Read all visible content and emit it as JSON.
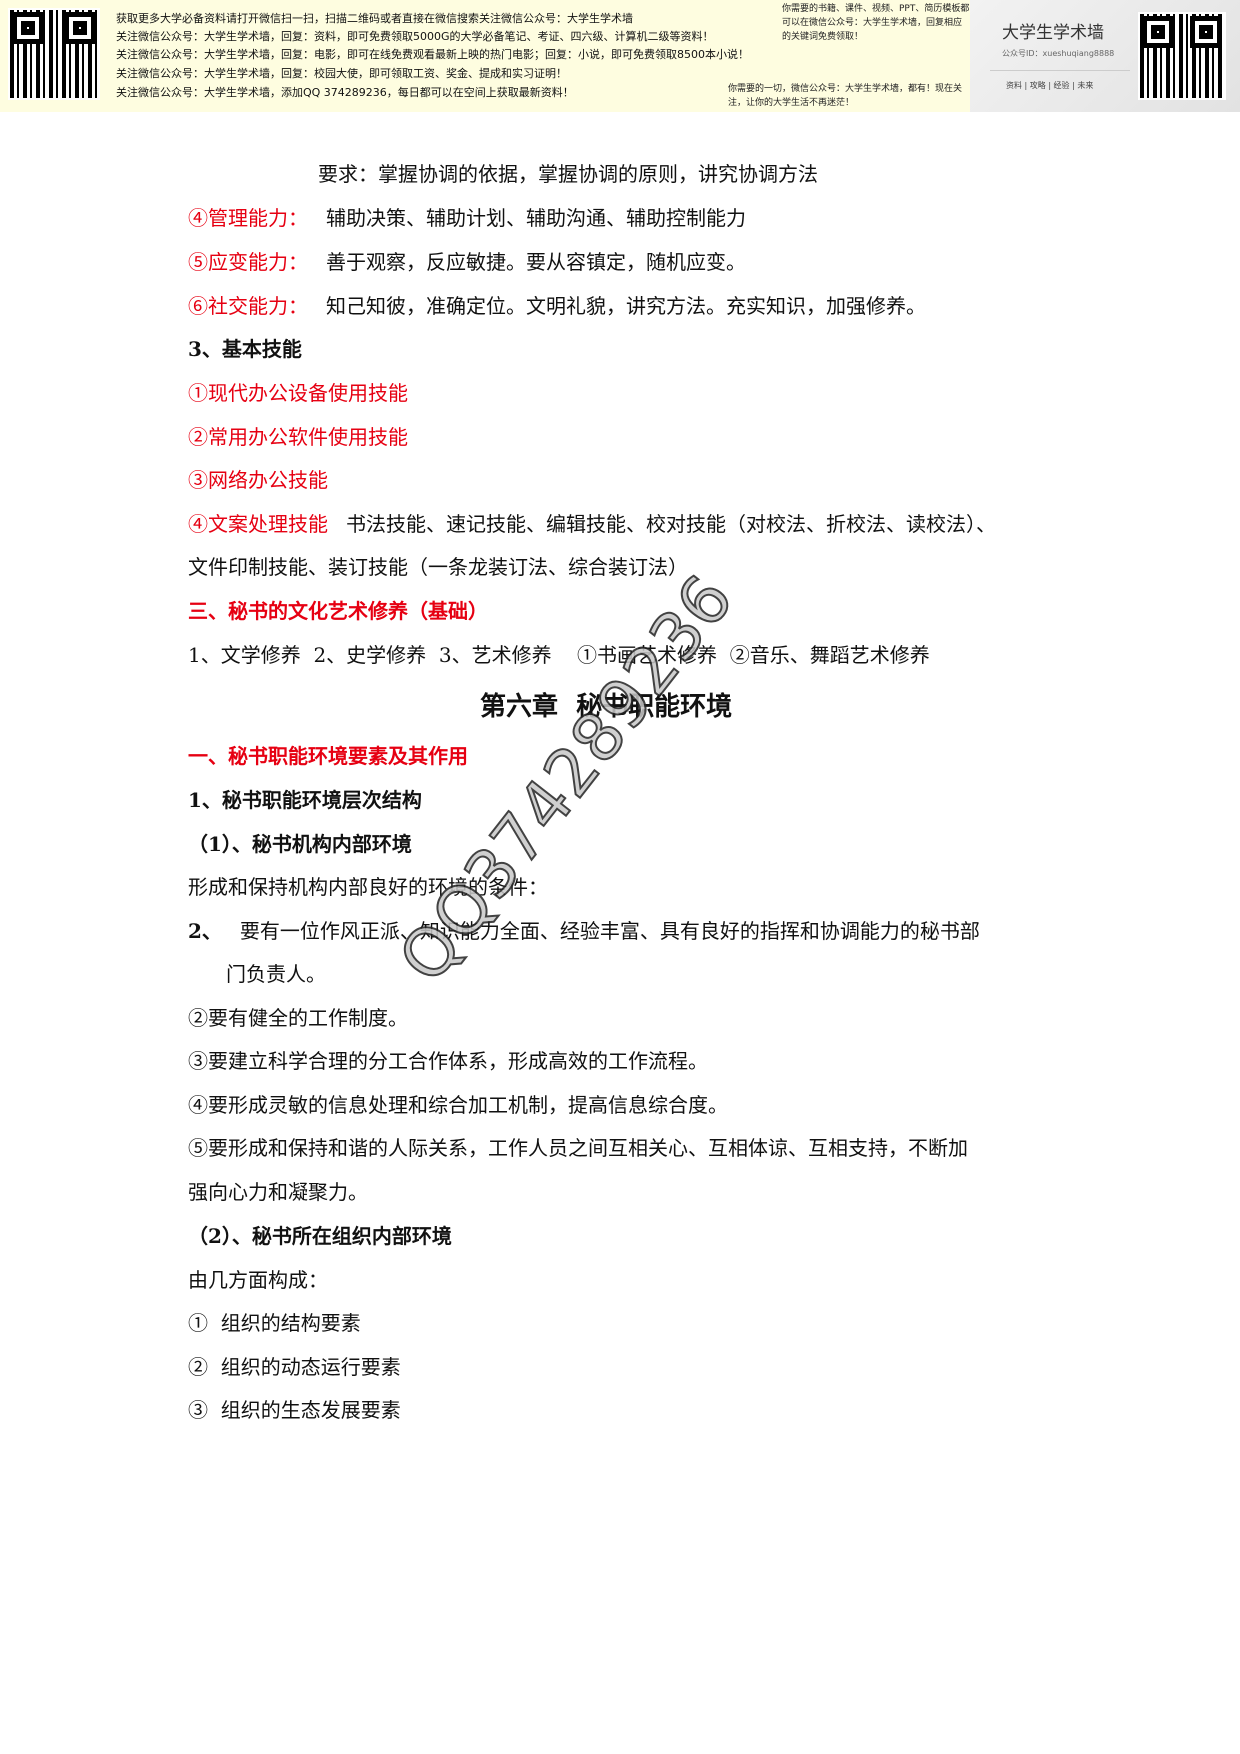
{
  "banner": {
    "lines": [
      "获取更多大学必备资料请打开微信扫一扫，扫描二维码或者直接在微信搜索关注微信公众号：大学生学术墙",
      "关注微信公众号：大学生学术墙，回复：资料，即可免费领取5000G的大学必备笔记、考证、四六级、计算机二级等资料！",
      "关注微信公众号：大学生学术墙，回复：电影，即可在线免费观看最新上映的热门电影；回复：小说，即可免费领取8500本小说！",
      "关注微信公众号：大学生学术墙，回复：校园大使，即可领取工资、奖金、提成和实习证明！",
      "关注微信公众号：大学生学术墙，添加QQ 374289236，每日都可以在空间上获取最新资料！"
    ],
    "side_top": "你需要的书籍、课件、视频、PPT、简历模板都可以在微信公众号：大学生学术墙，回复相应的关键词免费领取！",
    "side_bottom": "你需要的一切，微信公众号：大学生学术墙，都有！现在关注，让你的大学生活不再迷茫！",
    "card_title": "大学生学术墙",
    "card_id": "公众号ID：xueshuqiang8888",
    "card_tags": "资料 | 攻略 | 经验 | 未来"
  },
  "watermark": "QQ374289236",
  "content": {
    "l1": "要求：掌握协调的依据，掌握协调的原则，讲究协调方法",
    "l2a": "④管理能力：",
    "l2b": "辅助决策、辅助计划、辅助沟通、辅助控制能力",
    "l3a": "⑤应变能力：",
    "l3b": "善于观察，反应敏捷。要从容镇定，随机应变。",
    "l4a": "⑥社交能力：",
    "l4b": "知己知彼，准确定位。文明礼貌，讲究方法。充实知识，加强修养。",
    "l5": "3、基本技能",
    "l6": "①现代办公设备使用技能",
    "l7": "②常用办公软件使用技能",
    "l8": "③网络办公技能",
    "l9a": "④文案处理技能",
    "l9b": "书法技能、速记技能、编辑技能、校对技能（对校法、折校法、读校法）、",
    "l10": "文件印制技能、装订技能（一条龙装订法、综合装订法）",
    "l11": "三、秘书的文化艺术修养（基础）",
    "l12": "1、文学修养  2、史学修养  3、艺术修养    ①书画艺术修养  ②音乐、舞蹈艺术修养",
    "chapter": "第六章  秘书职能环境",
    "l13": "一、秘书职能环境要素及其作用",
    "l14": "1、秘书职能环境层次结构",
    "l15": "（1）、秘书机构内部环境",
    "l16": "形成和保持机构内部良好的环境的条件：",
    "l17a": "2、",
    "l17b": "要有一位作风正派、知识能力全面、经验丰富、具有良好的指挥和协调能力的秘书部",
    "l18": "门负责人。",
    "l19": "②要有健全的工作制度。",
    "l20": "③要建立科学合理的分工合作体系，形成高效的工作流程。",
    "l21": "④要形成灵敏的信息处理和综合加工机制，提高信息综合度。",
    "l22": "⑤要形成和保持和谐的人际关系，工作人员之间互相关心、互相体谅、互相支持，不断加",
    "l23": "强向心力和凝聚力。",
    "l24": "（2）、秘书所在组织内部环境",
    "l25": "由几方面构成：",
    "l26": "①  组织的结构要素",
    "l27": "②  组织的动态运行要素",
    "l28": "③  组织的生态发展要素"
  }
}
